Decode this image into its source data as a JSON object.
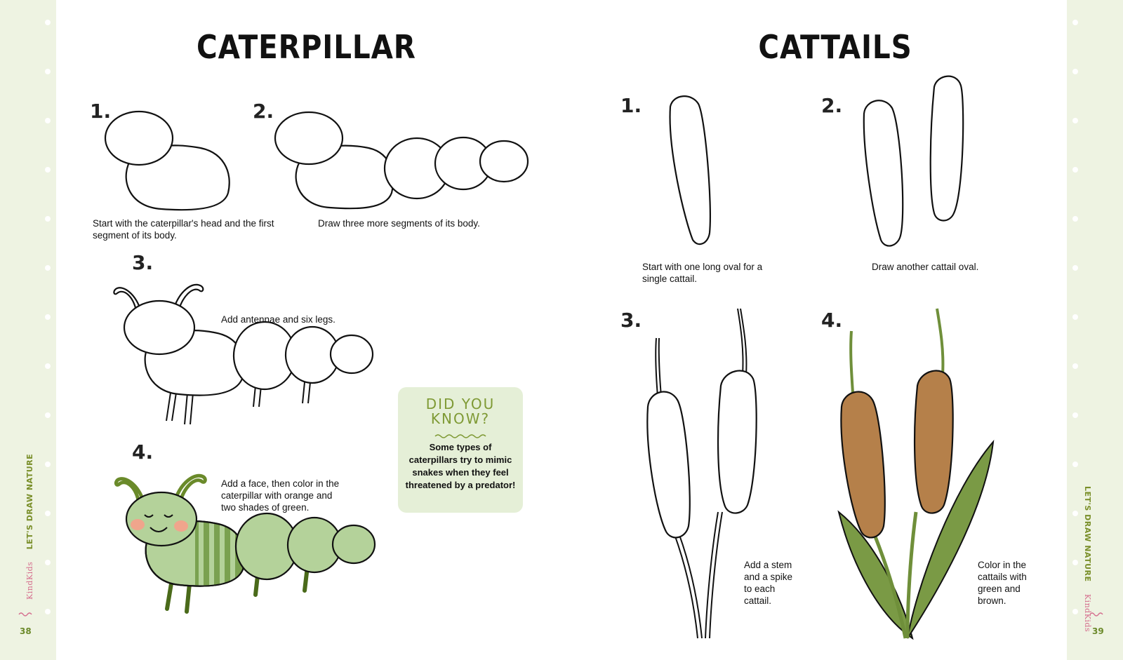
{
  "left_page": {
    "title": "CATERPILLAR",
    "page_number": "38",
    "brand": "KindKids",
    "series": "LET'S DRAW NATURE",
    "steps": [
      {
        "number": "1.",
        "caption": "Start with the caterpillar's head and the first segment of its body."
      },
      {
        "number": "2.",
        "caption": "Draw three more segments of its body."
      },
      {
        "number": "3.",
        "caption": "Add antennae and six legs."
      },
      {
        "number": "4.",
        "caption": "Add a face, then color in the caterpillar with orange and two shades of green."
      }
    ],
    "did_you_know": {
      "title_line1": "DID YOU",
      "title_line2": "KNOW?",
      "text": "Some types of caterpillars try to mimic snakes when they feel threatened by a predator!"
    }
  },
  "right_page": {
    "title": "CATTAILS",
    "page_number": "39",
    "brand": "KindKids",
    "series": "LET'S DRAW NATURE",
    "steps": [
      {
        "number": "1.",
        "caption": "Start with one long oval for a single cattail."
      },
      {
        "number": "2.",
        "caption": "Draw another cattail oval."
      },
      {
        "number": "3.",
        "caption": "Add a stem and a spike to each cattail."
      },
      {
        "number": "4.",
        "caption": "Color in the cattails with green and brown."
      }
    ]
  },
  "colors": {
    "border": "#eef3e2",
    "light_green": "#b4d29a",
    "dark_green": "#6f8f3a",
    "leaf_green": "#7a9a45",
    "brown": "#b5804a",
    "blush": "#f0a58c",
    "dyk_bg": "#e5efd7",
    "dyk_title": "#7f9a35"
  }
}
